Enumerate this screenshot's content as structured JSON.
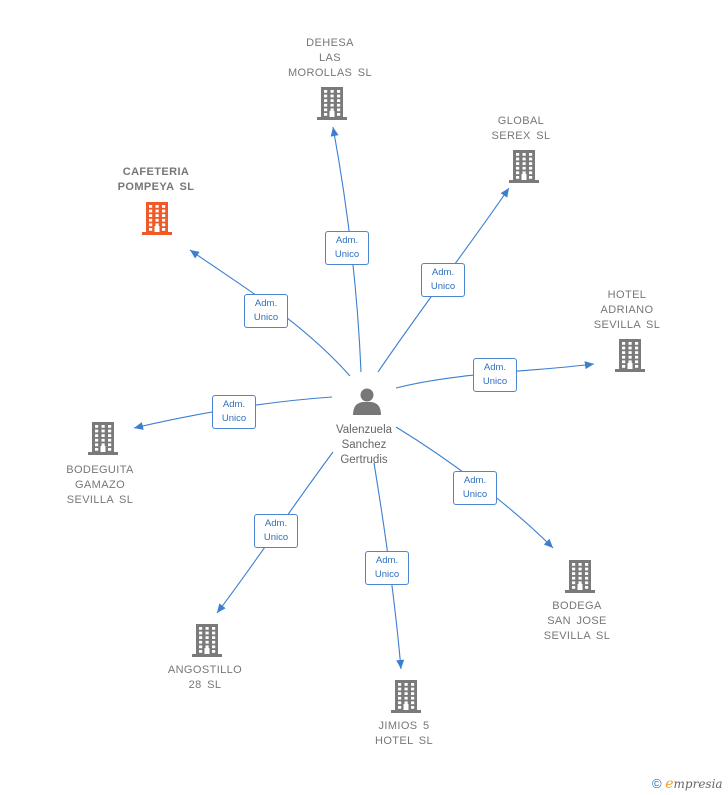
{
  "center": {
    "name_lines": [
      "Valenzuela",
      "Sanchez",
      "Gertrudis"
    ],
    "icon": "person-icon"
  },
  "companies": [
    {
      "id": "dehesa",
      "name_lines": [
        "DEHESA",
        "LAS",
        "MOROLLAS  SL"
      ],
      "icon": "building-icon",
      "highlight": false,
      "relation": [
        "Adm.",
        "Unico"
      ]
    },
    {
      "id": "global",
      "name_lines": [
        "GLOBAL",
        "SEREX  SL"
      ],
      "icon": "building-icon",
      "highlight": false,
      "relation": [
        "Adm.",
        "Unico"
      ]
    },
    {
      "id": "cafeteria",
      "name_lines": [
        "CAFETERIA",
        "POMPEYA  SL"
      ],
      "icon": "building-icon",
      "highlight": true,
      "relation": [
        "Adm.",
        "Unico"
      ]
    },
    {
      "id": "hotel",
      "name_lines": [
        "HOTEL",
        "ADRIANO",
        "SEVILLA  SL"
      ],
      "icon": "building-icon",
      "highlight": false,
      "relation": [
        "Adm.",
        "Unico"
      ]
    },
    {
      "id": "bodeguita",
      "name_lines": [
        "BODEGUITA",
        "GAMAZO",
        "SEVILLA  SL"
      ],
      "icon": "building-icon",
      "highlight": false,
      "relation": [
        "Adm.",
        "Unico"
      ]
    },
    {
      "id": "bodega",
      "name_lines": [
        "BODEGA",
        "SAN JOSE",
        "SEVILLA  SL"
      ],
      "icon": "building-icon",
      "highlight": false,
      "relation": [
        "Adm.",
        "Unico"
      ]
    },
    {
      "id": "angostillo",
      "name_lines": [
        "ANGOSTILLO",
        "28  SL"
      ],
      "icon": "building-icon",
      "highlight": false,
      "relation": [
        "Adm.",
        "Unico"
      ]
    },
    {
      "id": "jimios",
      "name_lines": [
        "JIMIOS 5",
        "HOTEL  SL"
      ],
      "icon": "building-icon",
      "highlight": false,
      "relation": [
        "Adm.",
        "Unico"
      ]
    }
  ],
  "colors": {
    "edge": "#3d7fcf",
    "building": "#7a7a7a",
    "highlight_building": "#f05a28",
    "person": "#777777"
  },
  "footer": {
    "copyright_symbol": "©",
    "brand_first": "e",
    "brand_rest": "mpresia"
  }
}
